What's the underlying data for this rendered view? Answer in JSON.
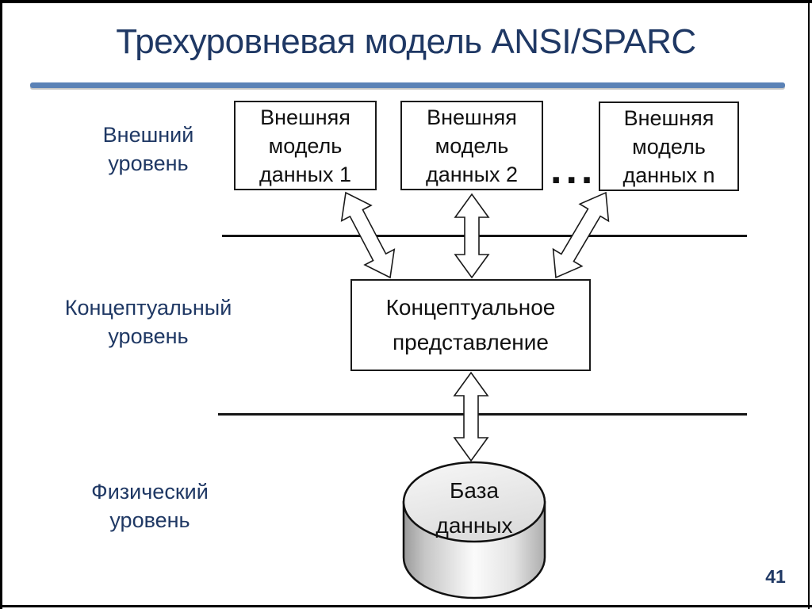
{
  "title": "Трехуровневая модель ANSI/SPARC",
  "page_number": "41",
  "levels": [
    {
      "label": "Внешний\nуровень"
    },
    {
      "label": "Концептуальный\nуровень"
    },
    {
      "label": "Физический\nуровень"
    }
  ],
  "diagram": {
    "external_models": [
      {
        "label": "Внешняя\nмодель\nданных 1"
      },
      {
        "label": "Внешняя\nмодель\nданных 2"
      },
      {
        "label": "Внешняя\nмодель\nданных n"
      }
    ],
    "ellipsis": "...",
    "conceptual_box": "Концептуальное\nпредставление",
    "database": "База\nданных"
  },
  "colors": {
    "title_navy": "#1f3864",
    "rule_blue": "#5b82b6",
    "diagram_outline": "#1a1a1a",
    "box_fill": "#ffffff",
    "cylinder_light": "#fbfbfb",
    "cylinder_dark": "#9a9a9a"
  }
}
